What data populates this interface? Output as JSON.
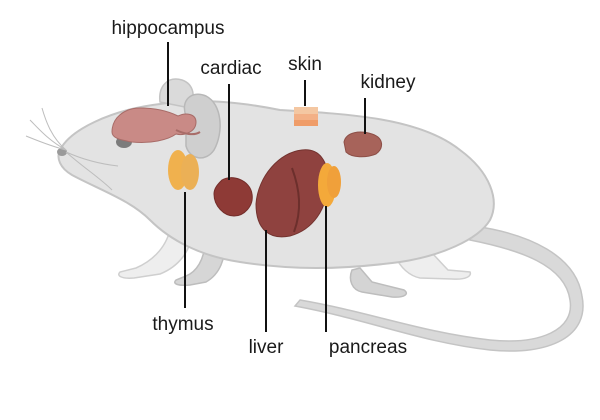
{
  "labels": {
    "hippocampus": "hippocampus",
    "cardiac": "cardiac",
    "skin": "skin",
    "kidney": "kidney",
    "thymus": "thymus",
    "liver": "liver",
    "pancreas": "pancreas"
  },
  "colors": {
    "body": "#e3e3e3",
    "body_outline": "#c4c4c4",
    "brain": "#c98a86",
    "thymus": "#f0b14e",
    "heart": "#8e3a36",
    "liver": "#8f423f",
    "pancreas": "#f4a93a",
    "kidney": "#a7635a",
    "skin_top": "#f4c7a2",
    "skin_bottom": "#ef9c68",
    "leader_line": "#111111"
  }
}
